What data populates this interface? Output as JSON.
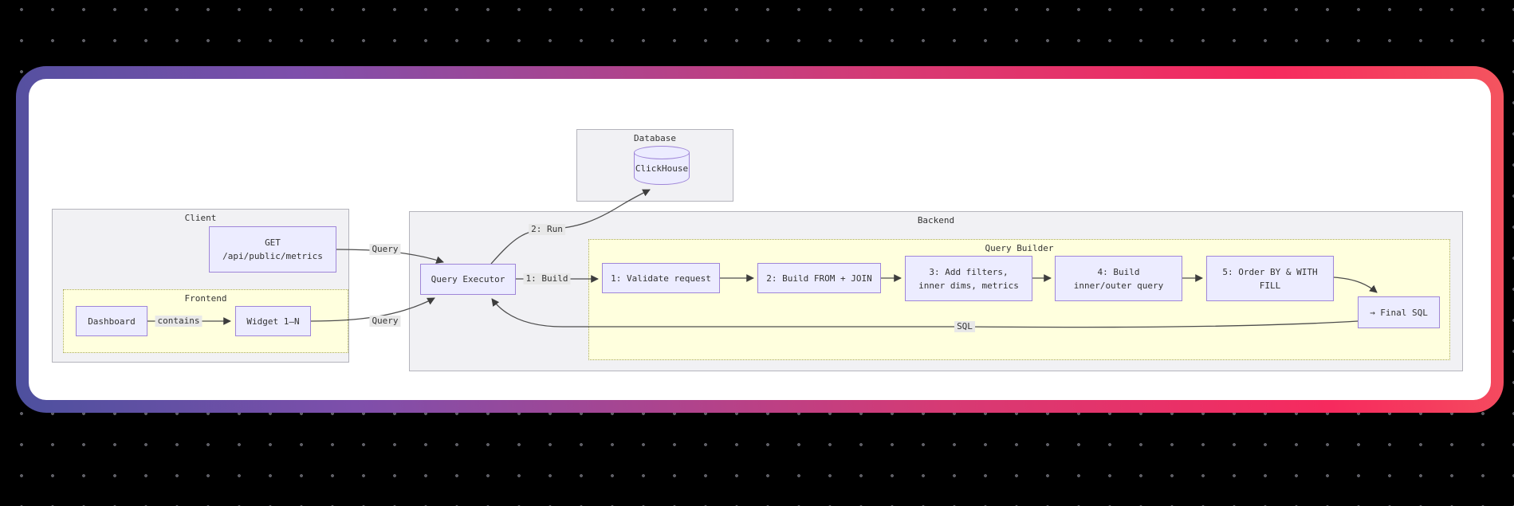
{
  "canvas": {
    "background": "#000000",
    "dot_color": "#5d5d64"
  },
  "card": {
    "background": "#ffffff",
    "border_gradient": [
      "#4d509e",
      "#7e4fab",
      "#d63a74",
      "#f62a5e",
      "#f4555f"
    ]
  },
  "diagram": {
    "subgraphs": {
      "database": {
        "label": "Database"
      },
      "client": {
        "label": "Client"
      },
      "frontend": {
        "label": "Frontend"
      },
      "backend": {
        "label": "Backend"
      },
      "query_builder": {
        "label": "Query Builder"
      }
    },
    "nodes": {
      "clickhouse": {
        "label": "ClickHouse"
      },
      "get": {
        "line1": "GET",
        "line2": "/api/public/metrics"
      },
      "dashboard": {
        "label": "Dashboard"
      },
      "widget": {
        "label": "Widget 1–N"
      },
      "query_executor": {
        "label": "Query Executor"
      },
      "v1": {
        "label": "1: Validate request"
      },
      "v2": {
        "label": "2: Build FROM + JOIN"
      },
      "v3": {
        "line1": "3: Add filters,",
        "line2": "inner dims, metrics"
      },
      "v4": {
        "line1": "4: Build",
        "line2": "inner/outer query"
      },
      "v5": {
        "line1": "5: Order BY & WITH",
        "line2": "FILL"
      },
      "final_sql": {
        "label": "→ Final SQL"
      }
    },
    "edge_labels": {
      "contains": "contains",
      "query_get": "Query",
      "query_widget": "Query",
      "run": "2: Run",
      "build": "1: Build",
      "sql": "SQL"
    },
    "colors": {
      "node_fill": "#ECECFF",
      "node_border": "#9370DB",
      "cluster_gray_fill": "#f1f1f4",
      "cluster_yellow_fill": "#ffffde",
      "edge": "#4e4e4e",
      "edge_label_bg": "#e8e8e8",
      "text": "#333333"
    }
  }
}
